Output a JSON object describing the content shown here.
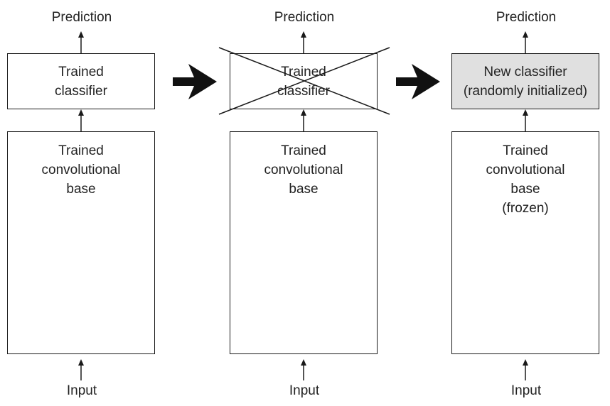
{
  "panels": [
    {
      "prediction": "Prediction",
      "classifier_lines": [
        "Trained",
        "classifier"
      ],
      "classifier_state": "trained",
      "base_lines": [
        "Trained",
        "convolutional",
        "base"
      ],
      "input": "Input"
    },
    {
      "prediction": "Prediction",
      "classifier_lines": [
        "Trained",
        "classifier"
      ],
      "classifier_state": "removed",
      "base_lines": [
        "Trained",
        "convolutional",
        "base"
      ],
      "input": "Input"
    },
    {
      "prediction": "Prediction",
      "classifier_lines": [
        "New classifier",
        "(randomly initialized)"
      ],
      "classifier_state": "new",
      "base_lines": [
        "Trained",
        "convolutional",
        "base",
        "(frozen)"
      ],
      "input": "Input"
    }
  ],
  "colors": {
    "line": "#1a1a1a",
    "new_classifier_fill": "#e0e0e0",
    "background": "#ffffff"
  },
  "icons": {
    "step_arrow": "big-right-arrow-icon",
    "flow_arrow": "up-arrow-icon",
    "removed_marker": "cross-out-icon"
  }
}
